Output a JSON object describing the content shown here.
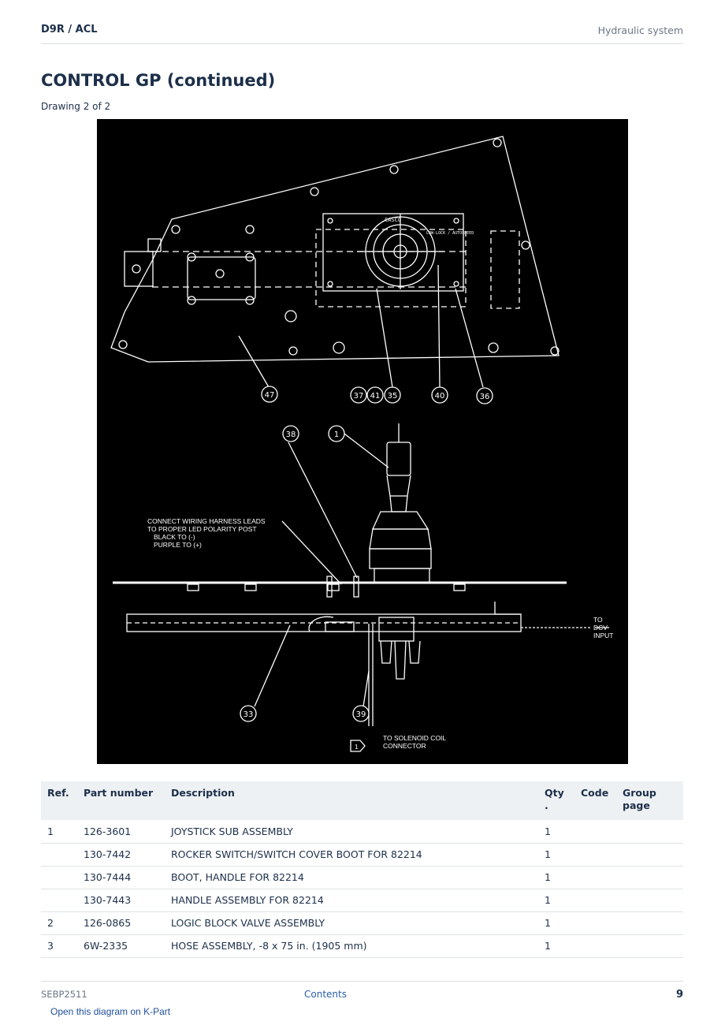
{
  "header": {
    "model": "D9R  /  ACL",
    "section": "Hydraulic system"
  },
  "title": {
    "bold": "CONTROL GP",
    "rest": " (continued)"
  },
  "subtitle": "Drawing 2 of 2",
  "drawing": {
    "callouts": [
      "47",
      "37",
      "41",
      "35",
      "40",
      "36",
      "38",
      "1",
      "33",
      "39"
    ],
    "wiring_note": [
      "CONNECT WIRING HARNESS LEADS",
      "TO PROPER LED POLARITY POST",
      "BLACK TO (-)",
      "PURPLE TO (+)"
    ],
    "dcv_note": [
      "TO",
      "DCV",
      "INPUT"
    ],
    "solenoid_note": [
      "TO SOLENOID COIL",
      "CONNECTOR"
    ],
    "flag_label": "1",
    "plate_label": "CASCO",
    "plate_sub_label": "LOW-LOCK / AUTOSPEED"
  },
  "table": {
    "headers": {
      "ref": "Ref.",
      "part": "Part number",
      "desc": "Description",
      "qty": "Qty\n.",
      "code": "Code",
      "group": "Group page"
    },
    "rows": [
      {
        "ref": "1",
        "part": "126-3601",
        "desc": "JOYSTICK SUB ASSEMBLY",
        "qty": "1",
        "code": "",
        "group": ""
      },
      {
        "ref": "",
        "part": "130-7442",
        "desc": "ROCKER SWITCH/SWITCH COVER BOOT FOR 82214",
        "qty": "1",
        "code": "",
        "group": ""
      },
      {
        "ref": "",
        "part": "130-7444",
        "desc": "BOOT, HANDLE FOR 82214",
        "qty": "1",
        "code": "",
        "group": ""
      },
      {
        "ref": "",
        "part": "130-7443",
        "desc": "HANDLE ASSEMBLY FOR 82214",
        "qty": "1",
        "code": "",
        "group": ""
      },
      {
        "ref": "2",
        "part": "126-0865",
        "desc": "LOGIC BLOCK VALVE ASSEMBLY",
        "qty": "1",
        "code": "",
        "group": ""
      },
      {
        "ref": "3",
        "part": "6W-2335",
        "desc": "HOSE ASSEMBLY, -8 x 75 in. (1905 mm)",
        "qty": "1",
        "code": "",
        "group": ""
      }
    ]
  },
  "footer": {
    "doc": "SEBP2511",
    "contents": "Contents",
    "page": "9"
  },
  "kpart_link": "Open this diagram on K-Part"
}
